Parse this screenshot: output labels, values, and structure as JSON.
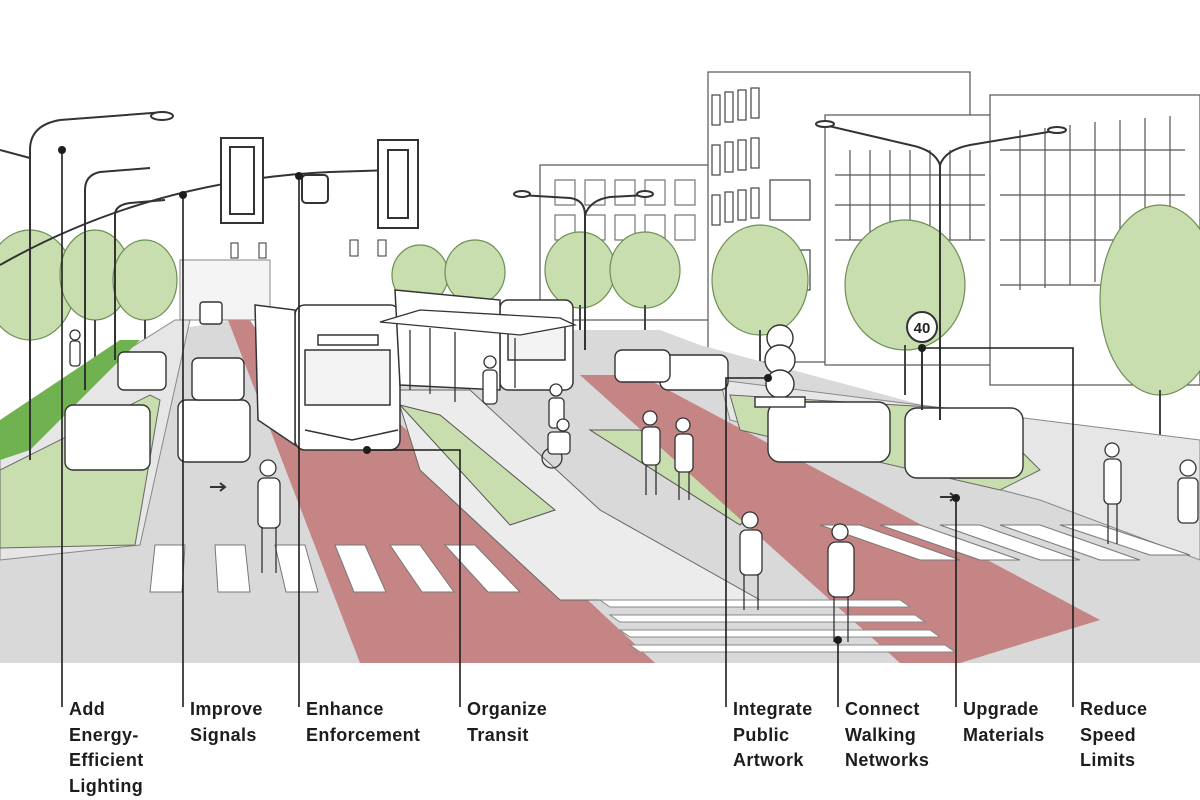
{
  "callouts": [
    {
      "id": "lighting",
      "text": "Add\nEnergy-\nEfficient\nLighting"
    },
    {
      "id": "signals",
      "text": "Improve\nSignals"
    },
    {
      "id": "enforcement",
      "text": "Enhance\nEnforcement"
    },
    {
      "id": "transit",
      "text": "Organize\nTransit"
    },
    {
      "id": "artwork",
      "text": "Integrate\nPublic\nArtwork"
    },
    {
      "id": "walking",
      "text": "Connect\nWalking\nNetworks"
    },
    {
      "id": "materials",
      "text": "Upgrade\nMaterials"
    },
    {
      "id": "speed",
      "text": "Reduce\nSpeed\nLimits"
    }
  ],
  "scene": {
    "speed_sign_text": "40",
    "colors": {
      "transit_lane": "#c58584",
      "vegetation": "#c8deae",
      "lawn": "#6fb24f",
      "pavement": "#d9d9d9",
      "line": "#1d1d1d"
    }
  }
}
